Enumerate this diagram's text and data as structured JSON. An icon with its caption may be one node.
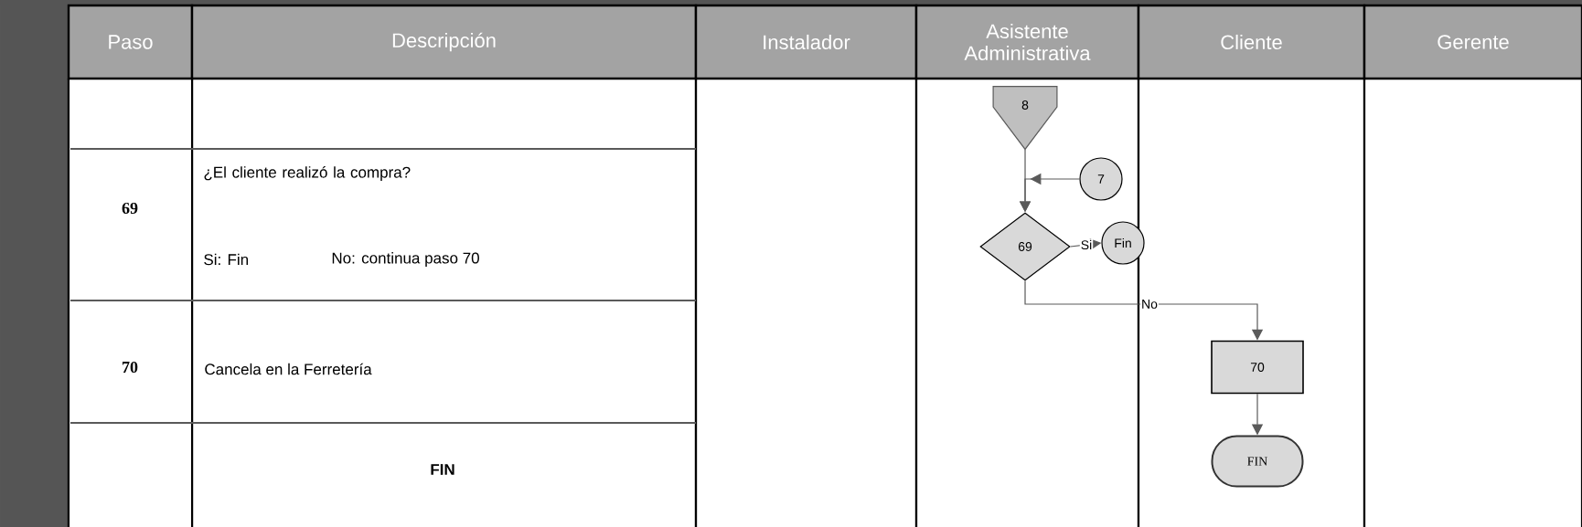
{
  "diagram": {
    "nodes": [
      {
        "text": [
          "8"
        ]
      },
      {
        "text": [
          "7"
        ]
      },
      {
        "text": [
          "69"
        ]
      },
      {
        "text": [
          "Fin"
        ]
      },
      {
        "text": [
          "70"
        ]
      },
      {
        "text": [
          "FIN"
        ]
      }
    ],
    "edges": [
      {
        "from": 0,
        "to": 2,
        "arrow": "to"
      },
      {
        "from": 1,
        "to": 2,
        "arrow": "to"
      },
      {
        "from": 2,
        "to": 3,
        "arrow": "to",
        "label": "Si"
      },
      {
        "from": 2,
        "to": 4,
        "arrow": "to",
        "label": "No"
      },
      {
        "from": 4,
        "to": 5,
        "arrow": "to"
      }
    ],
    "labels": [
      "Paso",
      "Descripción",
      "Instalador",
      "Asistente Administrativa",
      "Cliente",
      "Gerente",
      "69",
      "¿El cliente realizó la compra?",
      "Si: Fin",
      "No: continua paso 70",
      "70",
      "Cancela en la Ferretería",
      "FIN"
    ]
  }
}
